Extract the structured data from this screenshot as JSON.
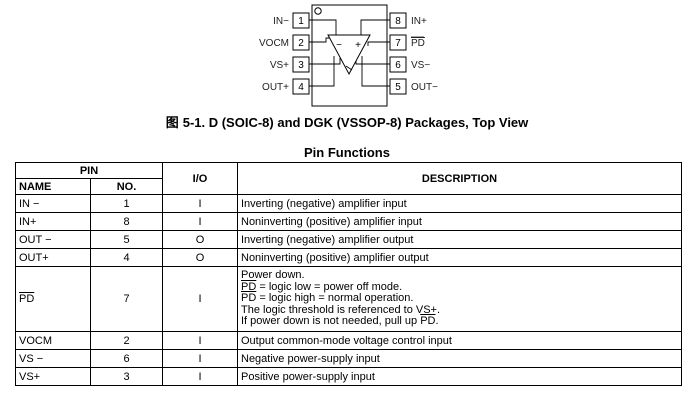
{
  "diagram": {
    "left_pins": [
      {
        "label": "IN−",
        "number": "1"
      },
      {
        "label": "VOCM",
        "number": "2"
      },
      {
        "label": "VS+",
        "number": "3"
      },
      {
        "label": "OUT+",
        "number": "4"
      }
    ],
    "right_pins": [
      {
        "label": "IN+",
        "number": "8"
      },
      {
        "label": "PD",
        "number": "7"
      },
      {
        "label": "VS−",
        "number": "6"
      },
      {
        "label": "OUT−",
        "number": "5"
      }
    ],
    "amp_minus": "−",
    "amp_plus": "+"
  },
  "caption": {
    "figure_glyph": "图",
    "text": "5-1. D (SOIC-8) and DGK (VSSOP-8) Packages, Top View"
  },
  "table_title": "Pin Functions",
  "table": {
    "headers": {
      "pin": "PIN",
      "name": "NAME",
      "no": "NO.",
      "io": "I/O",
      "description": "DESCRIPTION"
    },
    "rows": [
      {
        "name": "IN −",
        "no": "1",
        "io": "I",
        "desc": "Inverting (negative) amplifier input"
      },
      {
        "name": "IN+",
        "no": "8",
        "io": "I",
        "desc": "Noninverting (positive) amplifier input"
      },
      {
        "name": "OUT −",
        "no": "5",
        "io": "O",
        "desc": "Inverting (negative) amplifier output"
      },
      {
        "name": "OUT+",
        "no": "4",
        "io": "O",
        "desc": "Noninverting (positive) amplifier output"
      }
    ],
    "pd_row": {
      "name": "PD",
      "no": "7",
      "io": "I",
      "line1": "Power down.",
      "line2_ol": "PD",
      "line2_rest": " = logic low = power off mode.",
      "line3_ol": "PD",
      "line3_rest": " = logic high = normal operation.",
      "line4": "The logic threshold is referenced to VS+.",
      "line5_pre": "If power down is not needed, pull up ",
      "line5_ol": "PD",
      "line5_post": "."
    },
    "rows_after": [
      {
        "name": "VOCM",
        "no": "2",
        "io": "I",
        "desc": "Output common-mode voltage control input"
      },
      {
        "name": "VS −",
        "no": "6",
        "io": "I",
        "desc": "Negative power-supply input"
      },
      {
        "name": "VS+",
        "no": "3",
        "io": "I",
        "desc": "Positive power-supply input"
      }
    ]
  }
}
